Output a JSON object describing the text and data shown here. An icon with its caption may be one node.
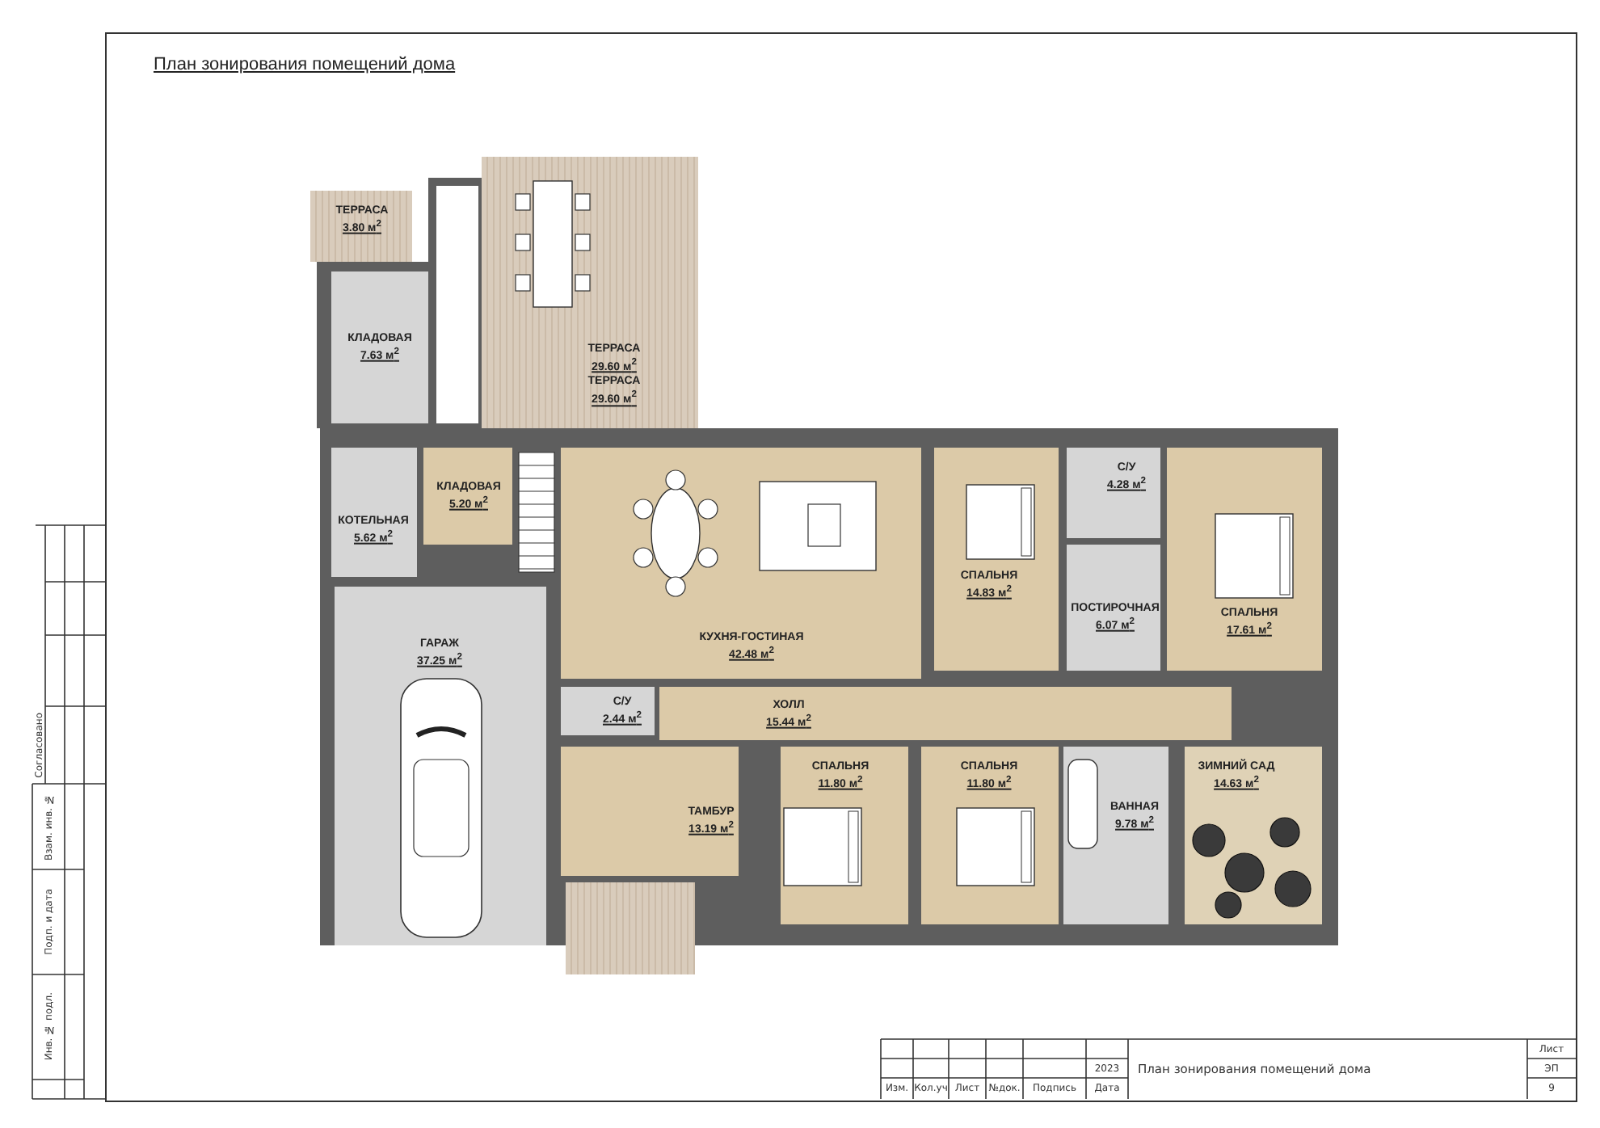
{
  "diagram": {
    "title": "План зонирования помещений дома",
    "nodes": [
      {
        "text": [
          "ТЕРРАСА",
          "3.80 м$^{2}$"
        ]
      },
      {
        "text": [
          "ТЕРРАСА",
          "29.60 м$^{2}$",
          "ТЕРРАСА",
          "29.60 м$^{2}$"
        ]
      },
      {
        "text": [
          "КЛАДОВАЯ",
          "7.63 м$^{2}$"
        ]
      },
      {
        "text": [
          "КОТЕЛЬНАЯ",
          "5.62 м$^{2}$"
        ]
      },
      {
        "text": [
          "КЛАДОВАЯ",
          "5.20 м$^{2}$"
        ]
      },
      {
        "text": [
          "КУХНЯ-ГОСТИНАЯ",
          "42.48 м$^{2}$"
        ]
      },
      {
        "text": [
          "СПАЛЬНЯ",
          "14.83 м$^{2}$"
        ]
      },
      {
        "text": [
          "С/У",
          "4.28 м$^{2}$"
        ]
      },
      {
        "text": [
          "ПОСТИРОЧНАЯ",
          "6.07 м$^{2}$"
        ]
      },
      {
        "text": [
          "СПАЛЬНЯ",
          "17.61 м$^{2}$"
        ]
      },
      {
        "text": [
          "ГАРАЖ",
          "37.25 м$^{2}$"
        ]
      },
      {
        "text": [
          "С/У",
          "2.44 м$^{2}$"
        ]
      },
      {
        "text": [
          "ХОЛЛ",
          "15.44 м$^{2}$"
        ]
      },
      {
        "text": [
          "ТАМБУР",
          "13.19 м$^{2}$"
        ]
      },
      {
        "text": [
          "СПАЛЬНЯ",
          "11.80 м$^{2}$"
        ]
      },
      {
        "text": [
          "СПАЛЬНЯ",
          "11.80 м$^{2}$"
        ]
      },
      {
        "text": [
          "ВАННАЯ",
          "9.78 м$^{2}$"
        ]
      },
      {
        "text": [
          "ЗИМНИЙ САД",
          "14.63 м$^{2}$"
        ]
      },
      {
        "text": [],
        "shape": "box"
      }
    ],
    "edges": [],
    "labels": [
      "Согласовано",
      "Взам. инв. №",
      "Подп. и дата",
      "Инв. № подл.",
      "Лист",
      "2023",
      "План зонирования помещений дома",
      "ЭП",
      "Изм.",
      "Кол.уч",
      "Лист",
      "№док.",
      "Подпись",
      "Дата",
      "9"
    ]
  }
}
